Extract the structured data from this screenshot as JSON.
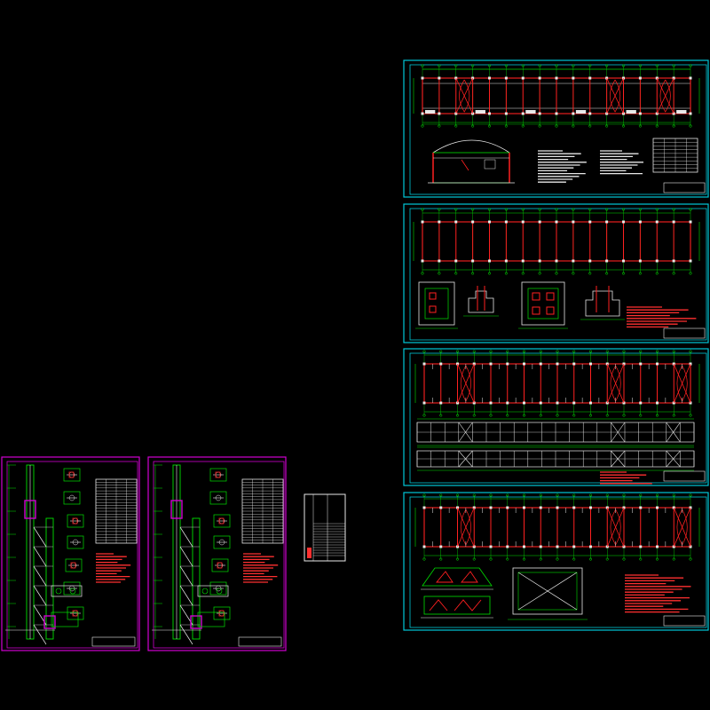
{
  "colors": {
    "background": "#000000",
    "frame_cyan": "#00c8d8",
    "frame_magenta": "#d000d0",
    "grid_green": "#00e000",
    "column_red": "#ff2020",
    "line_white": "#e8e8e8",
    "text_red": "#ff3030"
  },
  "drawing_set": {
    "sheets": [
      {
        "id": "sheet-1",
        "frame_color": "cyan",
        "type": "plan-with-elevation-and-table"
      },
      {
        "id": "sheet-2",
        "frame_color": "cyan",
        "type": "foundation-plan-with-details"
      },
      {
        "id": "sheet-3",
        "frame_color": "cyan",
        "type": "plan-with-bracing-elevations"
      },
      {
        "id": "sheet-4",
        "frame_color": "cyan",
        "type": "roof-plan-with-truss-details"
      },
      {
        "id": "sheet-5",
        "frame_color": "magenta",
        "type": "column-detail-sheet"
      },
      {
        "id": "sheet-6",
        "frame_color": "magenta",
        "type": "column-detail-sheet"
      },
      {
        "id": "sheet-7",
        "frame_color": "white",
        "type": "drawing-index-table"
      }
    ]
  }
}
